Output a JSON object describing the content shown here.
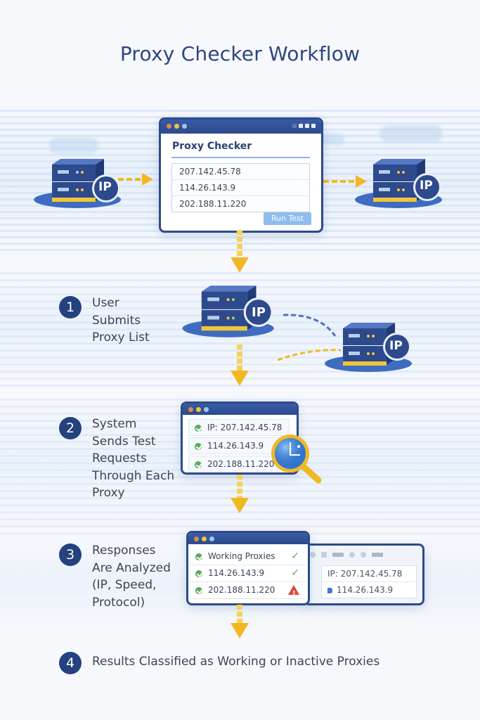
{
  "title": "Proxy Checker Workflow",
  "colors": {
    "navy": "#2c4a8c",
    "accent_arrow": "#f2b824",
    "check_green": "#5aaa5a",
    "warning_red": "#e0483a",
    "button_blue": "#8fbcec"
  },
  "checker_window": {
    "title": "Proxy Checker",
    "proxies": [
      "207.142.45.78",
      "114.26.143.9",
      "202.188.11.220"
    ],
    "run_button": "Run Test"
  },
  "server_badge": "IP",
  "steps": [
    {
      "number": "1",
      "lines": [
        "User",
        "Submits",
        "Proxy List"
      ]
    },
    {
      "number": "2",
      "lines": [
        "System",
        "Sends Test",
        "Requests",
        "Through Each",
        "Proxy"
      ]
    },
    {
      "number": "3",
      "lines": [
        "Responses",
        "Are Analyzed",
        "(IP, Speed,",
        "Protocol)"
      ]
    },
    {
      "number": "4",
      "lines": [
        "Results Classified as Working or Inactive Proxies"
      ]
    }
  ],
  "test_window": {
    "rows": [
      {
        "label": "IP:  207.142.45.78",
        "status": "check"
      },
      {
        "label": "114.26.143.9",
        "status": "check"
      },
      {
        "label": "202.188.11.220",
        "status": "check"
      }
    ]
  },
  "results_window": {
    "rows": [
      {
        "label": "Working Proxies",
        "status": "ok"
      },
      {
        "label": "114.26.143.9",
        "status": "ok"
      },
      {
        "label": "202.188.11.220",
        "status": "warning"
      }
    ]
  },
  "detail_window": {
    "rows": [
      {
        "label": "IP: 207.142.45.78"
      },
      {
        "label": "114.26.143.9"
      }
    ]
  }
}
